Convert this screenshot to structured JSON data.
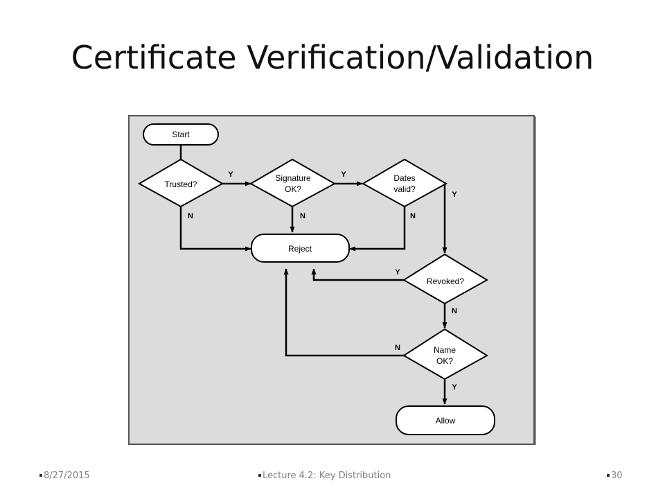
{
  "slide": {
    "title": "Certificate Verification/Validation"
  },
  "flowchart": {
    "nodes": {
      "start": "Start",
      "trusted": "Trusted?",
      "signature_line1": "Signature",
      "signature_line2": "OK?",
      "dates_line1": "Dates",
      "dates_line2": "valid?",
      "reject": "Reject",
      "revoked": "Revoked?",
      "name_line1": "Name",
      "name_line2": "OK?",
      "allow": "Allow"
    },
    "edges": {
      "trusted_yes": "Y",
      "trusted_no": "N",
      "signature_yes": "Y",
      "signature_no": "N",
      "dates_yes": "Y",
      "dates_no": "N",
      "revoked_yes": "Y",
      "revoked_no": "N",
      "name_no": "N",
      "name_yes": "Y"
    }
  },
  "footer": {
    "date": "8/27/2015",
    "course": "Lecture 4.2: Key Distribution",
    "page": "30"
  }
}
